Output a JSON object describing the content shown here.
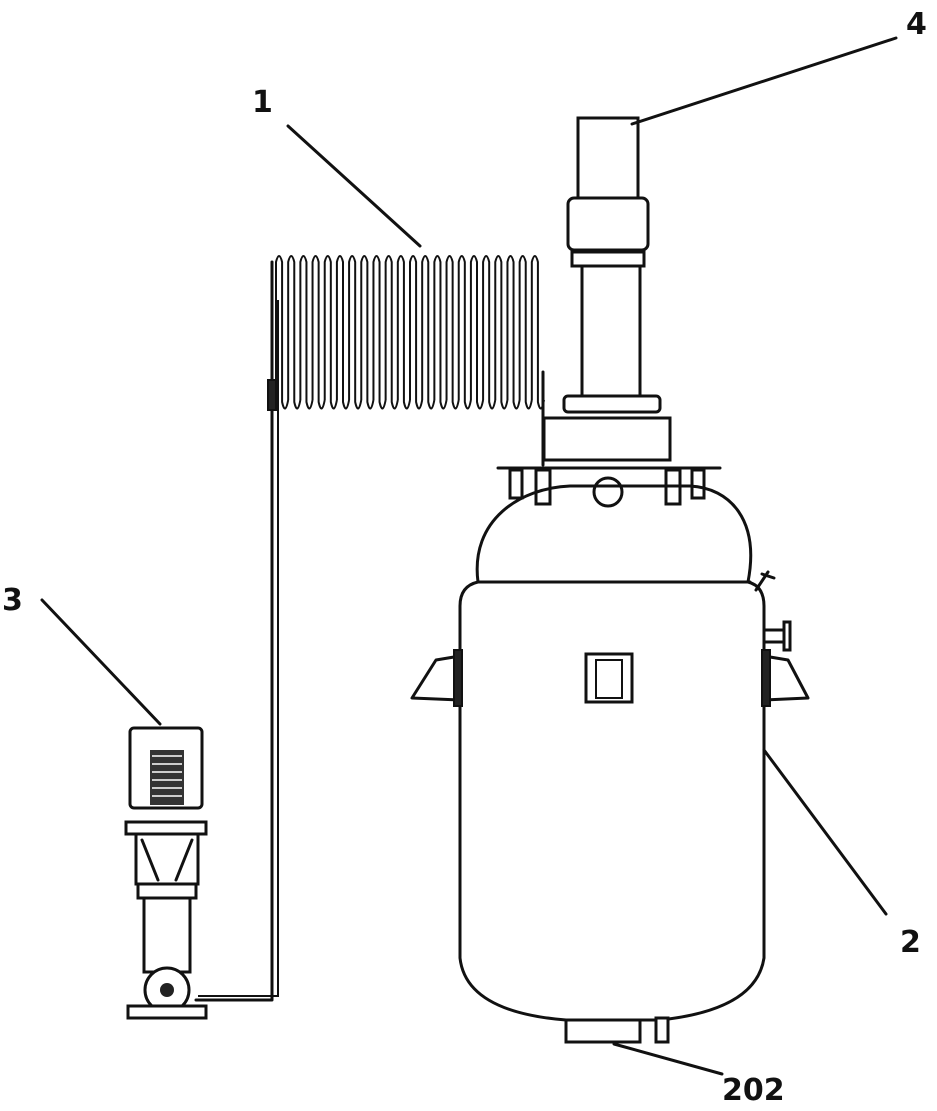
{
  "labels": {
    "coil": "1",
    "tank": "2",
    "pump": "3",
    "top_unit": "4",
    "bottom_outlet": "202"
  }
}
